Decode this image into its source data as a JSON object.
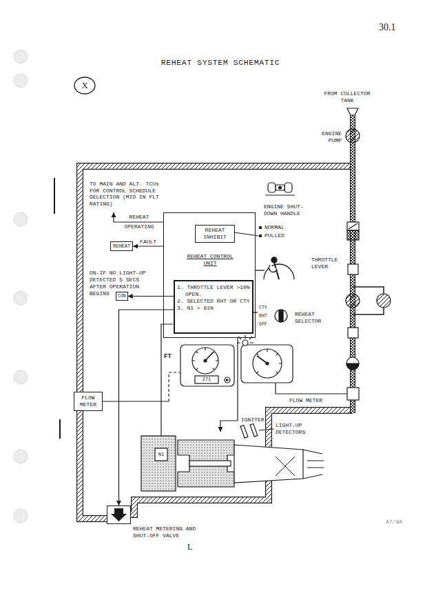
{
  "diagram": {
    "title": "REHEAT SYSTEM SCHEMATIC",
    "nodes": [
      {
        "text": [
          "REHEAT CONTROL UNIT"
        ]
      },
      {
        "text": [
          "REHEAT INHIBIT"
        ],
        "in": 0
      },
      {
        "text": [
          "1. THROTTLE LEVER >10% OPEN.",
          "2. SELECTED RHT OR CTY",
          "3. N1 > 81%"
        ],
        "in": 0
      },
      {
        "text": [
          "REHEAT"
        ]
      },
      {
        "text": [
          "CON"
        ]
      },
      {
        "text": [
          "FLOW METER"
        ]
      },
      {
        "text": [
          "REHEAT METERING AND SHUT-OFF VALVE"
        ]
      }
    ],
    "edges": [
      {
        "from": 0,
        "to": 3,
        "arrow": "to",
        "label": "FAULT"
      },
      {
        "from": 2,
        "to": 4,
        "arrow": "to"
      },
      {
        "from": 2,
        "to": 6,
        "arrow": "to"
      }
    ],
    "labels": [
      "30.1",
      "X",
      "FROM COLLECTOR TANK",
      "ENGINE PUMP",
      "TO MAIN AND ALT. TCUs FOR CONTROL SCHEDULE SELECTION (MID IN FLT RATING)",
      "REHEAT OPERATING",
      "ENGINE SHUT-DOWN HANDLE",
      "NORMAL",
      "PULLED",
      "THROTTLE LEVER",
      "ON-IF NO LIGHT-UP DETECTED 5 SECS AFTER OPERATION BEGINS",
      "CTY",
      "RHT",
      "OFF",
      "REHEAT SELECTOR",
      "FT",
      "271",
      "FLOW METER",
      "IGNITER",
      "LIGHT-UP DETECTORS",
      "N1",
      "L",
      "A7/9A"
    ]
  }
}
